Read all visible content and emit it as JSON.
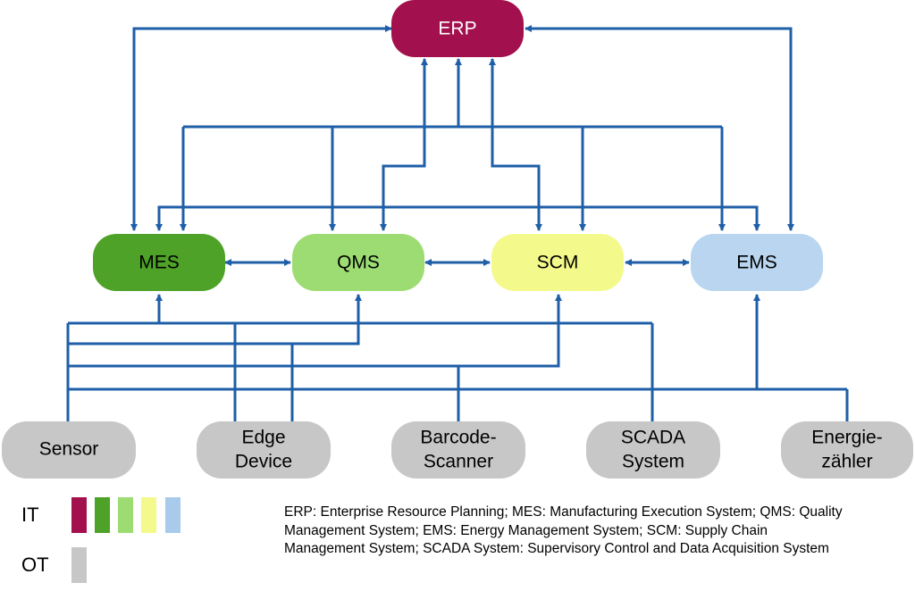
{
  "colors": {
    "connector": "#1f5fa8",
    "it_swatches": [
      "#a3104e",
      "#4fa228",
      "#9ddc73",
      "#f3f98a",
      "#a8cbec"
    ],
    "ot_swatch": "#c7c7c7"
  },
  "nodes": {
    "erp": {
      "label": "ERP",
      "color": "#a3104e",
      "text_color": "#ffffff"
    },
    "mes": {
      "label": "MES",
      "color": "#4fa228",
      "text_color": "#000000"
    },
    "qms": {
      "label": "QMS",
      "color": "#9ddc73",
      "text_color": "#000000"
    },
    "scm": {
      "label": "SCM",
      "color": "#f3f98a",
      "text_color": "#000000"
    },
    "ems": {
      "label": "EMS",
      "color": "#b9d5ef",
      "text_color": "#000000"
    },
    "sensor": {
      "lines": [
        "Sensor"
      ],
      "color": "#c7c7c7",
      "text_color": "#000000"
    },
    "edge": {
      "lines": [
        "Edge",
        "Device"
      ],
      "color": "#c7c7c7",
      "text_color": "#000000"
    },
    "barcode": {
      "lines": [
        "Barcode-",
        "Scanner"
      ],
      "color": "#c7c7c7",
      "text_color": "#000000"
    },
    "scada": {
      "lines": [
        "SCADA",
        "System"
      ],
      "color": "#c7c7c7",
      "text_color": "#000000"
    },
    "energie": {
      "lines": [
        "Energie-",
        "zähler"
      ],
      "color": "#c7c7c7",
      "text_color": "#000000"
    }
  },
  "legend": {
    "it_label": "IT",
    "ot_label": "OT"
  },
  "footnote": {
    "lines": [
      "ERP: Enterprise Resource Planning; MES: Manufacturing Execution System; QMS: Quality",
      "Management System; EMS: Energy Management System; SCM: Supply Chain",
      "Management System; SCADA System: Supervisory Control and Data Acquisition System"
    ]
  }
}
